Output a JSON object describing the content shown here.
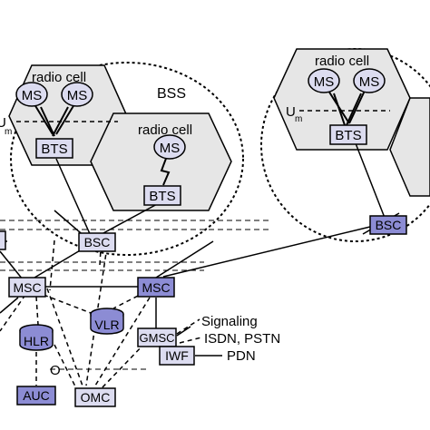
{
  "labels": {
    "radio_cell": "radio cell",
    "ms": "MS",
    "bts": "BTS",
    "bsc": "BSC",
    "bss": "BSS",
    "msc": "MSC",
    "hlr": "HLR",
    "vlr": "VLR",
    "auc": "AUC",
    "omc": "OMC",
    "gmsc": "GMSC",
    "iwf": "IWF",
    "o": "O",
    "um_u": "U",
    "um_sub": "m",
    "signaling": "Signaling",
    "isdn_pstn": "ISDN, PSTN",
    "pdn": "PDN"
  },
  "colors": {
    "box_light": "#dcdcf0",
    "box_dark": "#8c8cd4",
    "cell_fill": "#e6e6e6"
  }
}
